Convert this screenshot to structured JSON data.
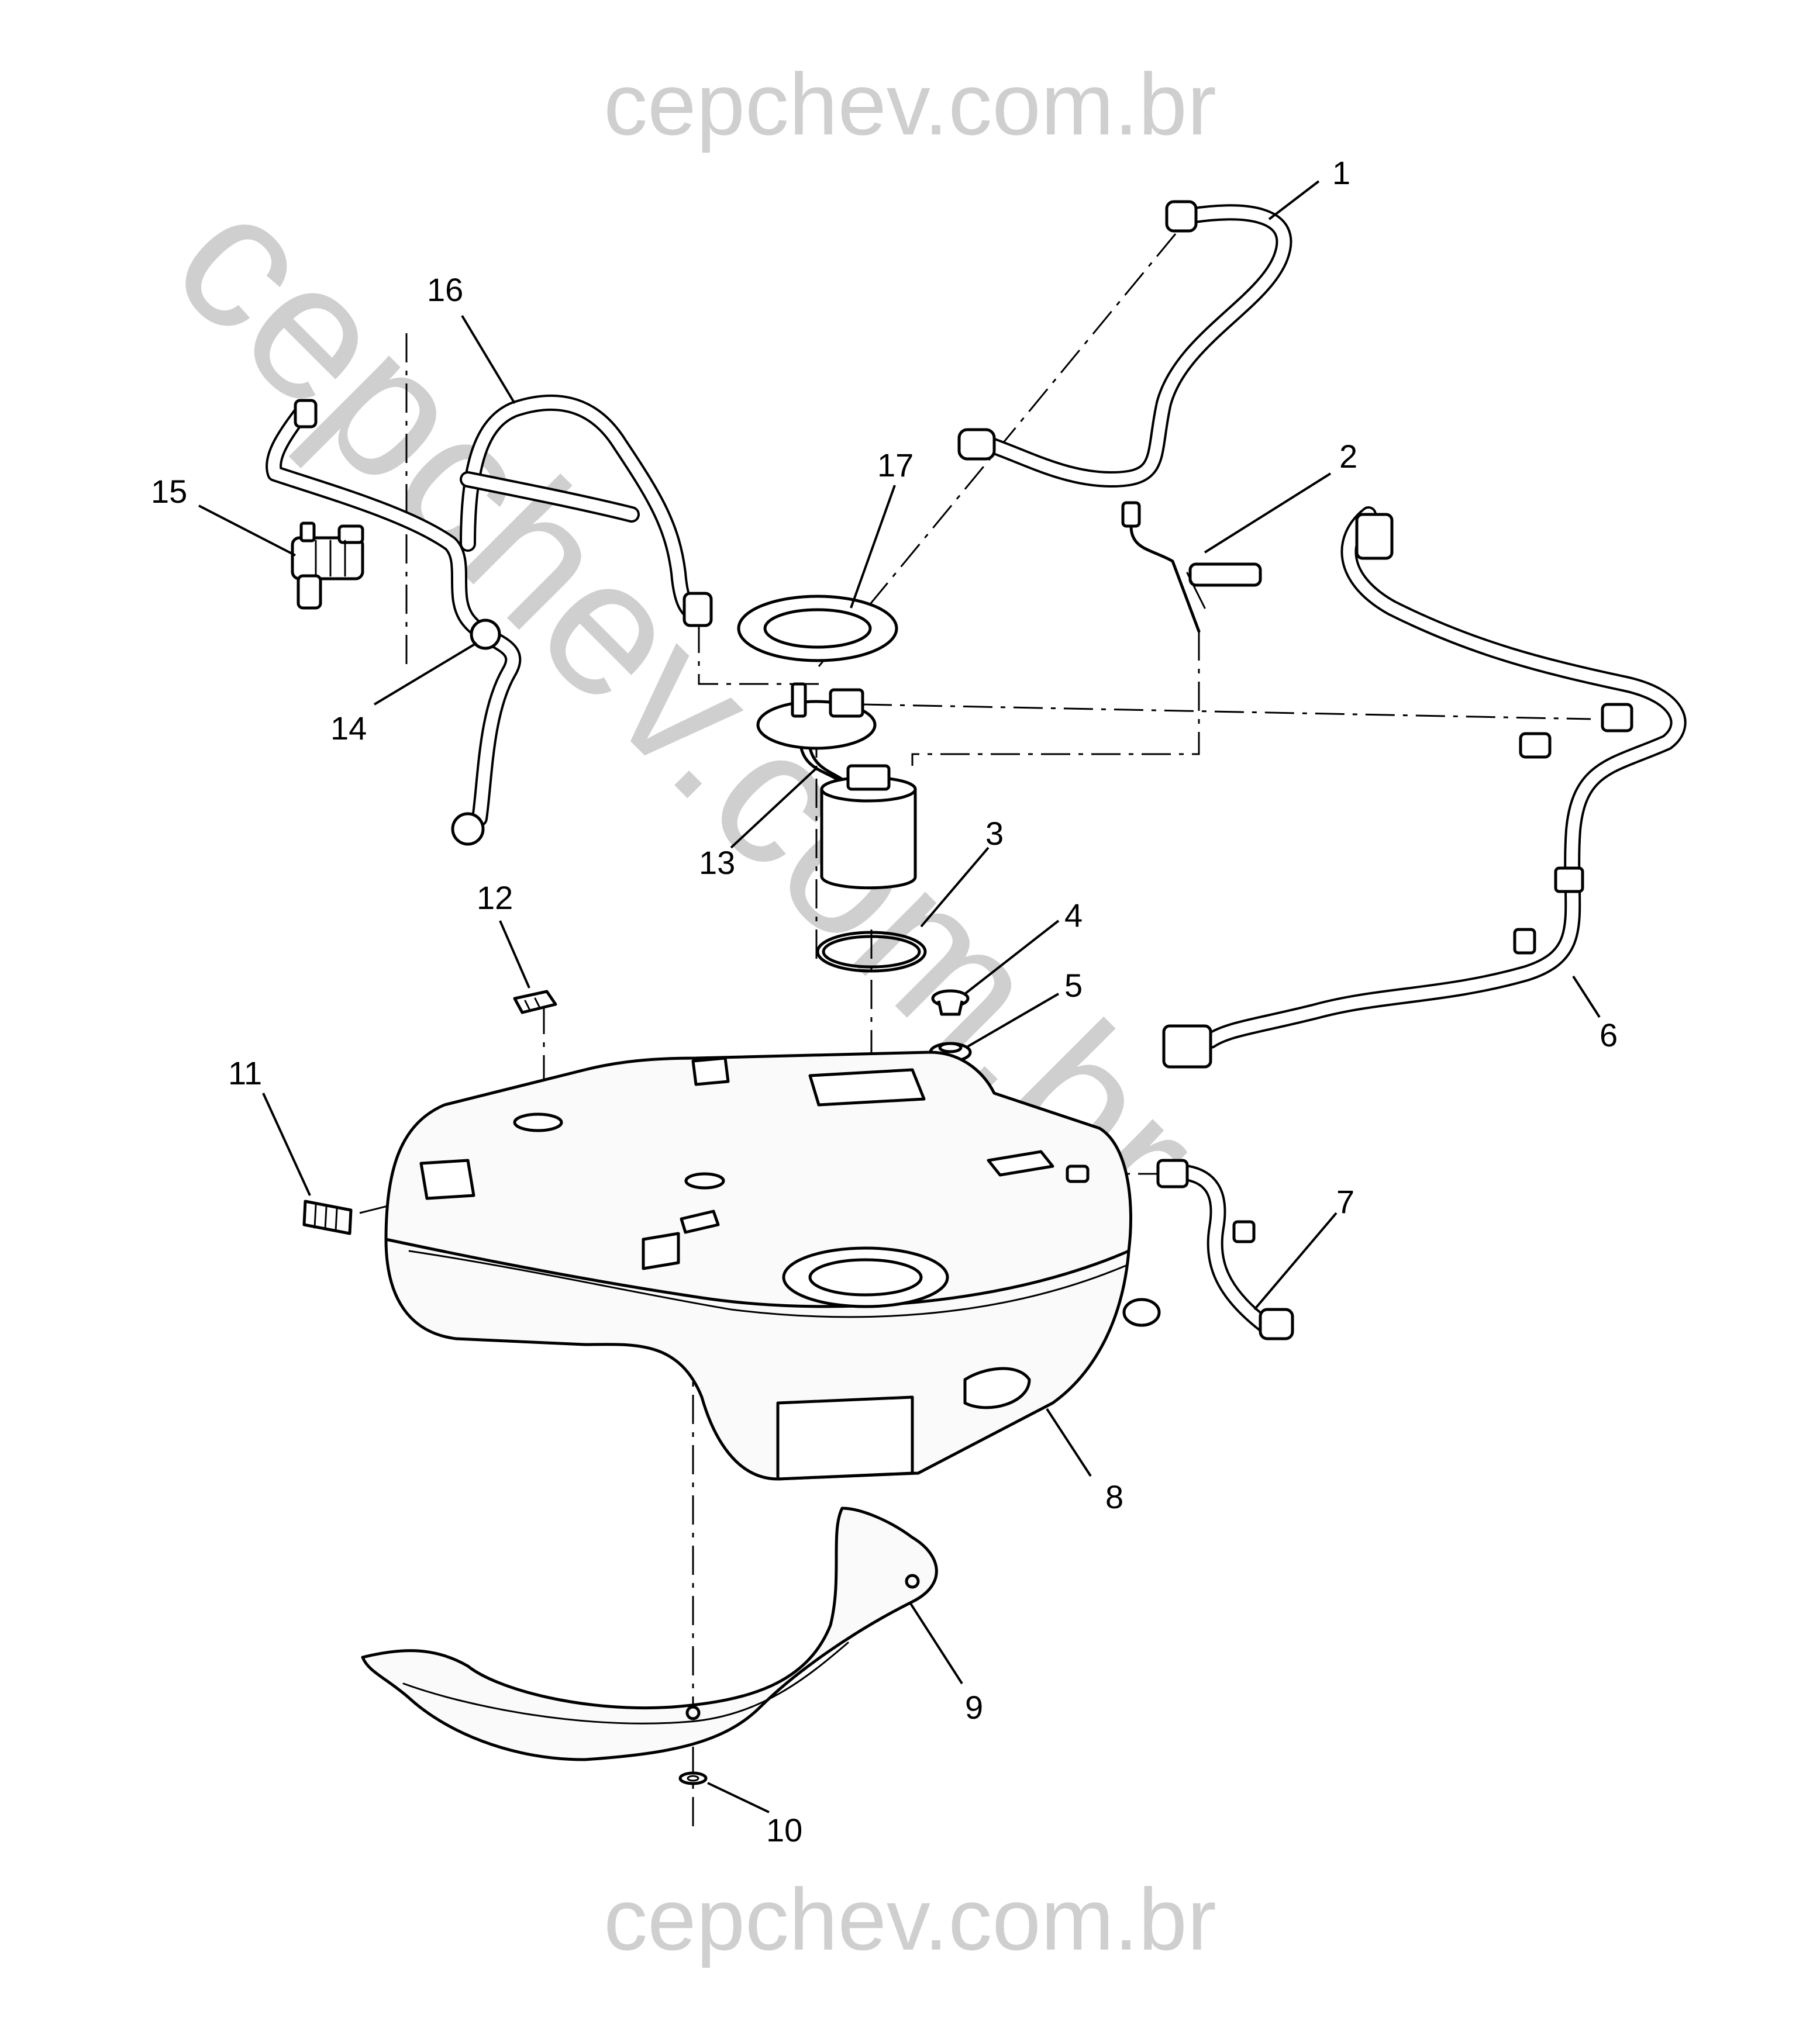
{
  "watermark": {
    "top": "cepchev.com.br",
    "diagonal": "cepchev.com.br",
    "bottom": "cepchev.com.br"
  },
  "callouts": [
    "1",
    "2",
    "3",
    "4",
    "5",
    "6",
    "7",
    "8",
    "9",
    "10",
    "11",
    "12",
    "13",
    "14",
    "15",
    "16",
    "17"
  ]
}
